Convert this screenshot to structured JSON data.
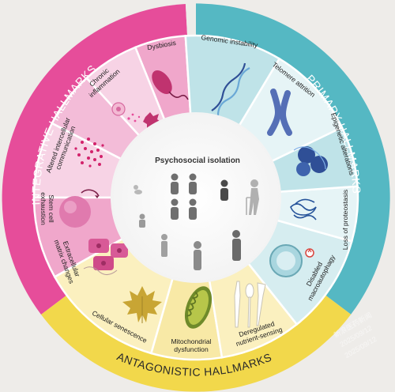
{
  "center": {
    "title": "Psychosocial isolation"
  },
  "rings": {
    "integrative": "INTEGRATIVE HALLMARKS",
    "primary": "PRIMARY HALLMARKS",
    "antagonistic": "ANTAGONISTIC HALLMARKS"
  },
  "hallmarks": {
    "dysbiosis": "Dysbiosis",
    "genomic_instability": "Genomic instability",
    "telomere_attrition": "Telomere attrition",
    "epigenetic_alterations": "Epigenetic alterations",
    "loss_of_proteostasis": "Loss of proteostasis",
    "disabled_macroautophagy": [
      "Disabled",
      "macroautophagy"
    ],
    "deregulated_nutrient_sensing": [
      "Deregulated",
      "nutrient-sensing"
    ],
    "mitochondrial_dysfunction": [
      "Mitochondrial",
      "dysfunction"
    ],
    "cellular_senescence": "Cellular senescence",
    "extracellular_matrix_changes": [
      "Extracellular",
      "matrix changes"
    ],
    "stem_cell_exhaustion": [
      "Stem cell",
      "exhaustion"
    ],
    "altered_intercellular_communication": [
      "Altered intercellular",
      "communication"
    ],
    "chronic_inflammation": [
      "Chronic",
      "inflammation"
    ]
  },
  "watermark": [
    "新浪医药新闻",
    "2025/09/12",
    "2025/09/12"
  ],
  "colors": {
    "magenta_ring": "#e64d9a",
    "teal_ring": "#55b8c3",
    "yellow_ring": "#f2d84b",
    "pink_segment": "#f6c9df",
    "teal_segment": "#cde9ec",
    "yellow_segment": "#fbf2c4",
    "center": "#ffffff"
  }
}
